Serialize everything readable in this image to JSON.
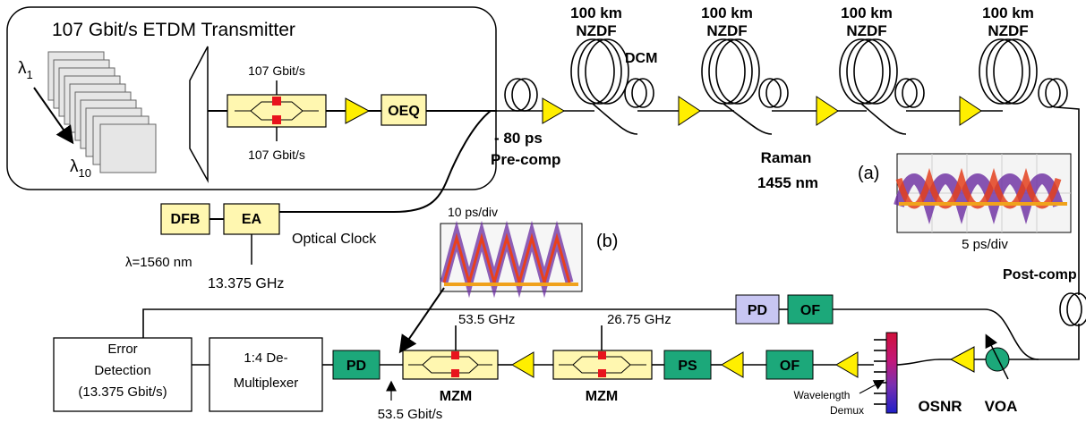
{
  "transmitter": {
    "title": "107 Gbit/s ETDM Transmitter",
    "rate_top": "107 Gbit/s",
    "rate_bottom": "107 Gbit/s",
    "lambda_first": "λ",
    "lambda_first_sub": "1",
    "lambda_last": "λ",
    "lambda_last_sub": "10",
    "oeq": "OEQ"
  },
  "precomp": {
    "value": "- 80 ps",
    "label": "Pre-comp"
  },
  "spans": [
    {
      "length": "100 km",
      "fiber": "NZDF"
    },
    {
      "length": "100 km",
      "fiber": "NZDF"
    },
    {
      "length": "100 km",
      "fiber": "NZDF"
    },
    {
      "length": "100 km",
      "fiber": "NZDF"
    }
  ],
  "dcm": "DCM",
  "raman": {
    "label": "Raman",
    "wavelength": "1455 nm"
  },
  "clock": {
    "dfb": "DFB",
    "ea": "EA",
    "wavelength": "λ=1560 nm",
    "frequency": "13.375 GHz",
    "label": "Optical Clock"
  },
  "eye_a": {
    "tag": "(a)",
    "scale": "5 ps/div"
  },
  "eye_b": {
    "tag": "(b)",
    "scale": "10 ps/div"
  },
  "postcomp": "Post-comp",
  "receiver": {
    "error_detection": [
      "Error",
      "Detection",
      "(13.375 Gbit/s)"
    ],
    "demux": [
      "1:4 De-",
      "Multiplexer"
    ],
    "pd_left": "PD",
    "pd_top": "PD",
    "of_top": "OF",
    "ps": "PS",
    "of_bottom": "OF",
    "mzm_left": "MZM",
    "mzm_right": "MZM",
    "freq_left": "53.5 GHz",
    "freq_right": "26.75 GHz",
    "rate": "53.5 Gbit/s",
    "wl_demux": [
      "Wavelength",
      "Demux"
    ],
    "osnr": "OSNR",
    "voa": "VOA"
  }
}
